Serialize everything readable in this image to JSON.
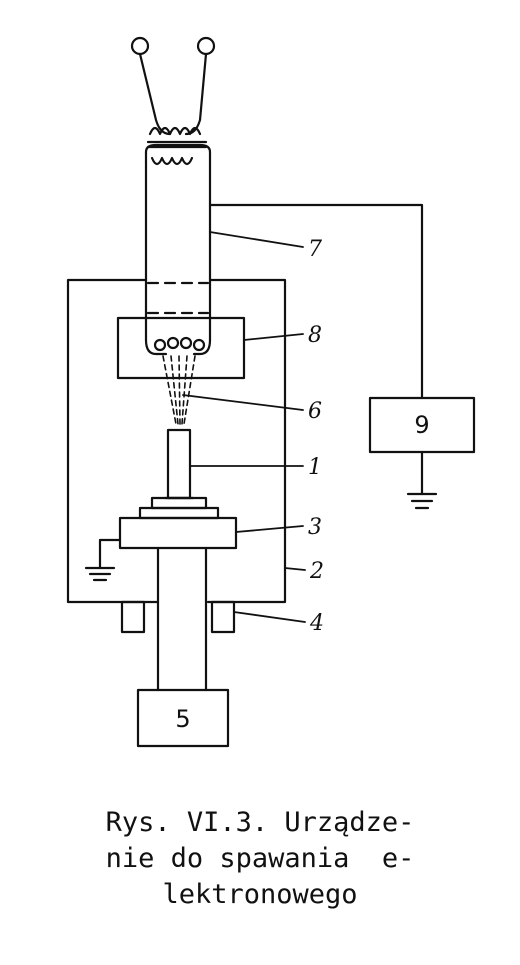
{
  "labels": {
    "l1": "1",
    "l2": "2",
    "l3": "3",
    "l4": "4",
    "l5": "5",
    "l6": "6",
    "l7": "7",
    "l8": "8",
    "l9": "9"
  },
  "caption": {
    "line1": "Rys. VI.3. Urządze-",
    "line2": "nie do spawania  e-",
    "line3": "lektronowego"
  }
}
